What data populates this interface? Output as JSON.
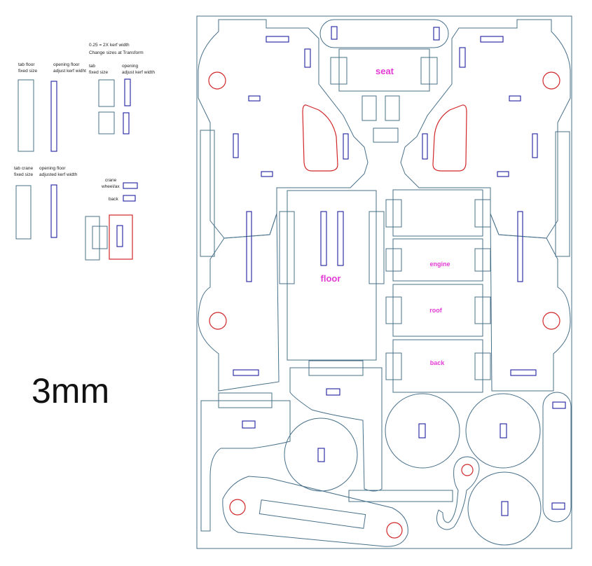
{
  "notes": {
    "kerf_line1": "0.25 = 2X kerf width",
    "kerf_line2": "Change sizes at Transform",
    "col_tab_floor_1": "tab floor",
    "col_tab_floor_2": "fixed size",
    "col_opening_floor_1": "opening floor",
    "col_opening_floor_2": "adjust kerf widht",
    "col_tab_1": "tab",
    "col_tab_2": "fixed size",
    "col_opening_1": "opening",
    "col_opening_2": "adjust kerf width",
    "col_tab_crane_1": "tab crane",
    "col_tab_crane_2": "fixed size",
    "col_opening_floor_b_1": "opening floor",
    "col_opening_floor_b_2": "adjusted kerf width",
    "crane_1": "crane",
    "crane_2": "wheel/ax",
    "back_small": "back"
  },
  "thickness_label": "3mm",
  "parts": {
    "seat": "seat",
    "floor": "floor",
    "engine": "engine",
    "roof": "roof",
    "back": "back"
  },
  "colors": {
    "cut_line": "#48708a",
    "slot_line": "#1f1fa0",
    "highlight": "#d0272a",
    "part_label": "#e43ad6"
  }
}
